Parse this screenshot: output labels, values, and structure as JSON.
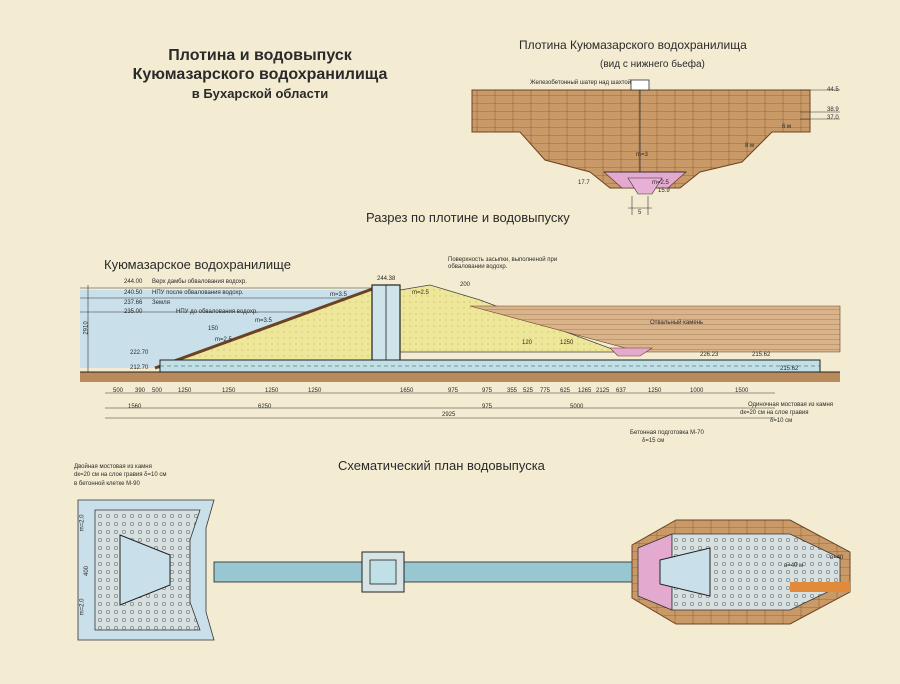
{
  "title": {
    "line1": "Плотина и водовыпуск",
    "line2": "Куюмазарского водохранилища",
    "line3": "в Бухарской области"
  },
  "downstream_view": {
    "title": "Плотина Куюмазарского водохранилища",
    "subtitle": "(вид с нижнего бьефа)",
    "shaft_label": "Железобетонный шатер над шахтой",
    "marks": [
      "44.5",
      "38.9",
      "37.0",
      "17.7",
      "15.9"
    ],
    "slope_labels": [
      "m=3",
      "m=2.5",
      "6 м",
      "8 м"
    ],
    "width_label": "5"
  },
  "section": {
    "title": "Разрез по плотине и водовыпуску",
    "reservoir_label": "Куюмазарское водохранилище",
    "elevations": [
      "244.00",
      "240.50",
      "237.66",
      "235.00",
      "222.70",
      "212.70",
      "244.38",
      "226.23",
      "215.62",
      "215.62"
    ],
    "level_notes": [
      "Верх дамбы обвалования водохр.",
      "НПУ после обвалования водохр.",
      "Земля",
      "НПУ до обвалования водохр."
    ],
    "surface_note": "Поверхность засыпки, выполненой при обваловании водохр.",
    "rock_label": "Отвальный камень",
    "crest_width": "200",
    "side_labels": [
      "150",
      "120",
      "1250"
    ],
    "slopes": [
      "m=3.5",
      "m=3.5",
      "m=2.5",
      "m=2.5"
    ],
    "dims_row1": [
      "500",
      "390",
      "500",
      "1250",
      "1250",
      "1250",
      "1250",
      "1650",
      "975",
      "975",
      "355",
      "525",
      "775",
      "625",
      "1265",
      "2125",
      "637",
      "1250",
      "1000",
      "1500"
    ],
    "dims_row2": [
      "1560",
      "6250",
      "2925",
      "975",
      "5000"
    ],
    "height": "2910",
    "concrete_note": "Бетонная подготовка М-70",
    "concrete_thickness": "δ=15 см",
    "pavement_note": "Одиночная мостовая из камня",
    "pavement_spec": "dк=20 см на слое гравия",
    "pavement_thickness": "δ=10 см"
  },
  "plan": {
    "title": "Схематический план водовыпуска",
    "note_line1": "Двойная мостовая из камня",
    "note_line2": "dк=20 см на слое гравия δ=10 см",
    "note_line3": "в бетонной клетке М-90",
    "left_dims": [
      "m=2.0",
      "m=2.0",
      "400"
    ],
    "right_dims": [
      "в=40 м",
      "в=40"
    ]
  }
}
